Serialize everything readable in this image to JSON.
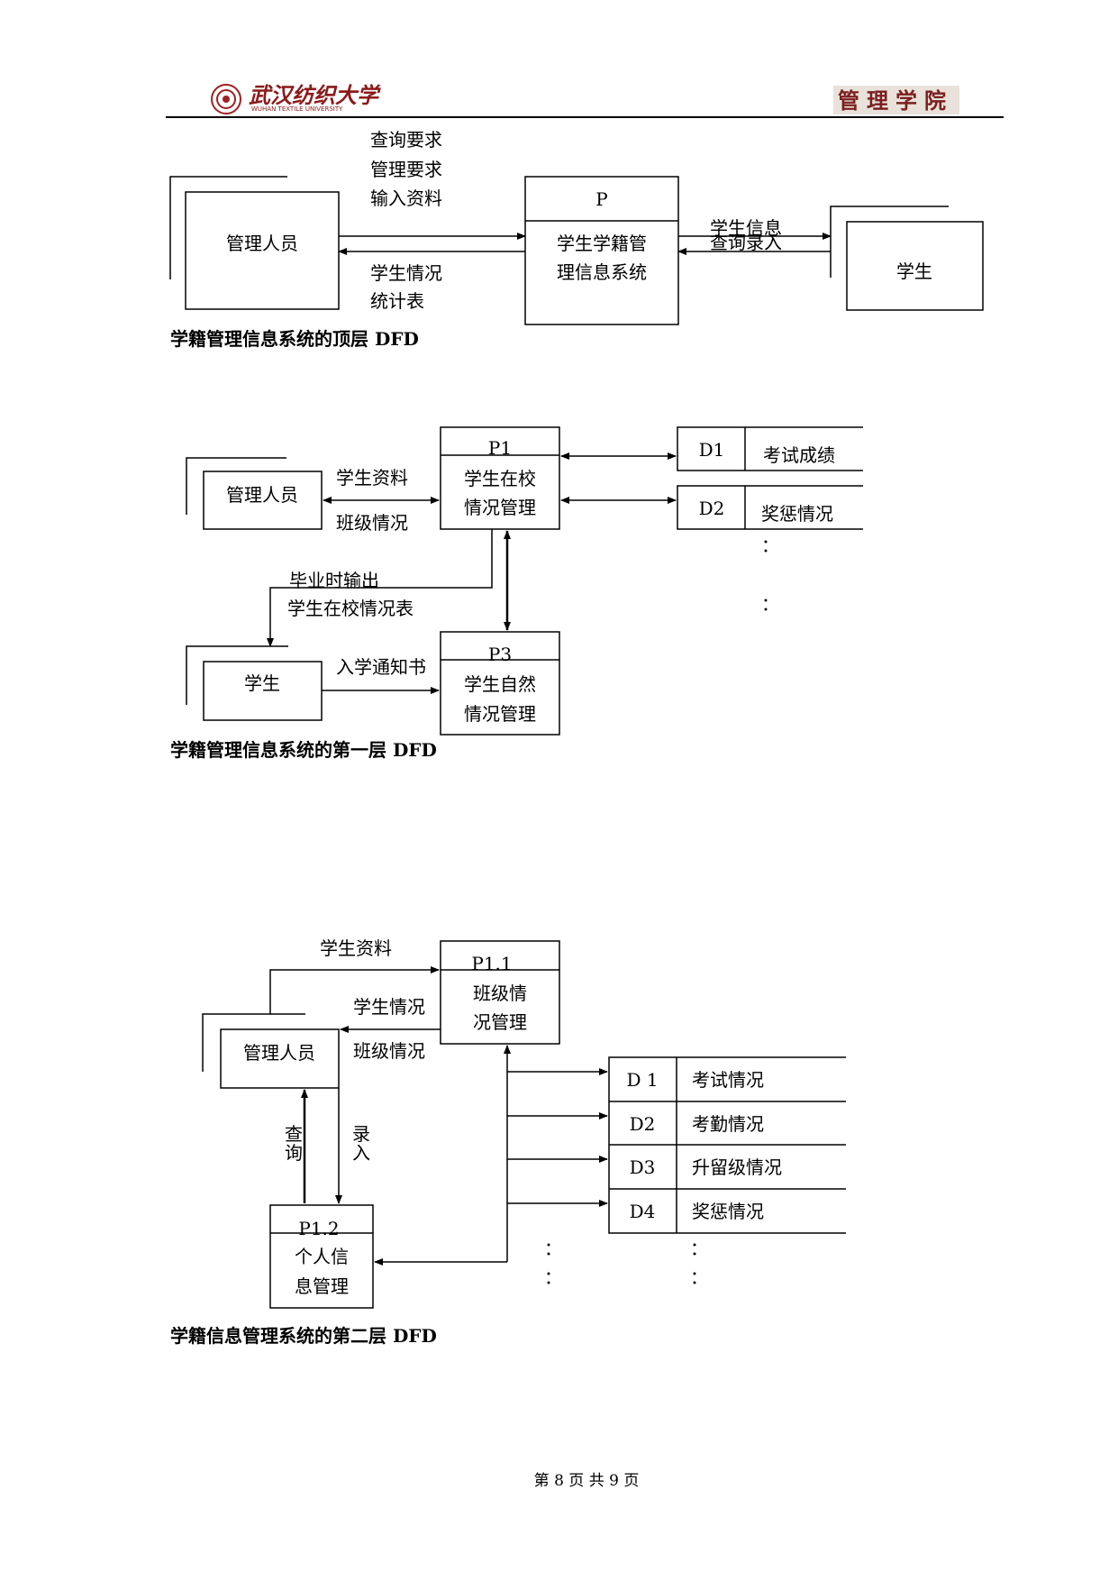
{
  "header": {
    "university_cn": "武汉纺织大学",
    "university_en": "WUHAN TEXTILE UNIVERSITY",
    "college": "管理学院"
  },
  "top_dfd": {
    "admin": "管理人员",
    "process_id": "P",
    "process_line1": "学生学籍管",
    "process_line2": "理信息系统",
    "student": "学生",
    "in_label1": "查询要求",
    "in_label2": "管理要求",
    "in_label3": "输入资料",
    "out_label1": "学生情况",
    "out_label2": "统计表",
    "right_label1": "学生信息",
    "right_label2": "查询录入",
    "caption": "学籍管理信息系统的顶层 DFD"
  },
  "level1_dfd": {
    "admin": "管理人员",
    "student": "学生",
    "p1_id": "P1",
    "p1_line1": "学生在校",
    "p1_line2": "情况管理",
    "p3_id": "P3",
    "p3_line1": "学生自然",
    "p3_line2": "情况管理",
    "d1_id": "D1",
    "d1_name": "考试成绩",
    "d2_id": "D2",
    "d2_name": "奖惩情况",
    "flow_student_data": "学生资料",
    "flow_class_info": "班级情况",
    "flow_grad_output": "毕业时输出",
    "flow_school_report": "学生在校情况表",
    "flow_admission": "入学通知书",
    "ellipsis": "："
  },
  "level2_dfd": {
    "admin": "管理人员",
    "p11_id": "P1.1",
    "p11_line1": "班级情",
    "p11_line2": "况管理",
    "p12_id": "P1.2",
    "p12_line1": "个人信",
    "p12_line2": "息管理",
    "flow_student_data": "学生资料",
    "flow_student_info": "学生情况",
    "flow_class_info": "班级情况",
    "flow_query_1": "查",
    "flow_query_2": "询",
    "flow_enter_1": "录",
    "flow_enter_2": "入",
    "stores": [
      {
        "id": "D 1",
        "name": "考试情况"
      },
      {
        "id": "D2",
        "name": "考勤情况"
      },
      {
        "id": "D3",
        "name": "升留级情况"
      },
      {
        "id": "D4",
        "name": "奖惩情况"
      }
    ],
    "ellipsis": "：",
    "caption": "学籍信息管理系统的第二层 DFD"
  },
  "level1_caption": "学籍管理信息系统的第一层 DFD",
  "footer": "第 8 页 共 9 页"
}
